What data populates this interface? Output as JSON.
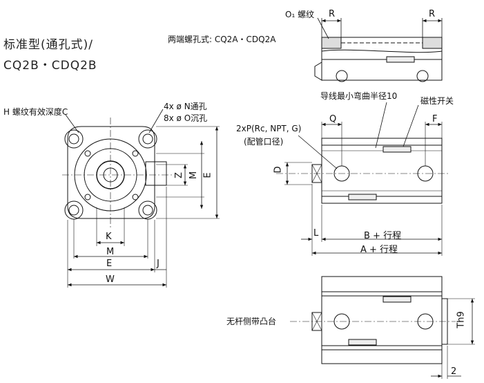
{
  "title": {
    "line1": "标准型(通孔式)/",
    "line2": "CQ2B・CDQ2B"
  },
  "top_view": {
    "label_o1": "O₁ 螺纹",
    "label_r_left": "R",
    "label_r_right": "R",
    "label_both_ends": "两端螺孔式: CQ2A・CDQ2A"
  },
  "front_view": {
    "label_h_thread": "H 螺纹有效深度C",
    "label_n_hole": "4x ø N通孔",
    "label_o_counterbore": "8x ø O沉孔",
    "dim_z": "Z",
    "dim_m_vertical": "M",
    "dim_e_vertical": "E",
    "dim_k": "K",
    "dim_m_horizontal": "M",
    "dim_e_horizontal": "E",
    "dim_j": "J",
    "dim_w": "W"
  },
  "side_view": {
    "label_lead_radius": "导线最小弯曲半径10",
    "label_switch": "磁性开关",
    "label_port": "2xP(Rc, NPT, G)",
    "label_port_sub": "(配管口径)",
    "dim_q": "Q",
    "dim_f": "F",
    "dim_d": "D",
    "dim_l": "L",
    "dim_b_stroke": "B + 行程",
    "dim_a_stroke": "A + 行程"
  },
  "bottom_view": {
    "label_no_rod": "无杆侧带凸台",
    "dim_th9": "Th9",
    "dim_2": "2"
  }
}
